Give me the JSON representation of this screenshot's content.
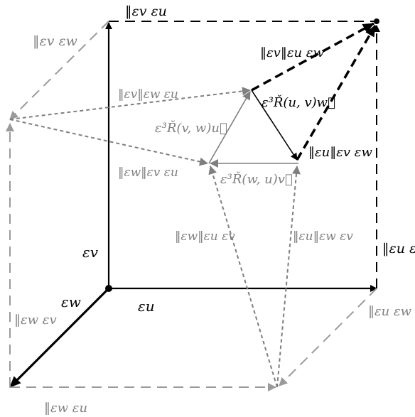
{
  "colors": {
    "black": "#000000",
    "gray": "#7f7f7f",
    "light_gray": "#9a9a9a",
    "background": "#ffffff"
  },
  "labels": {
    "top_edge": "‖εv εu",
    "top_left_edge": "‖εv εw",
    "upper_right_diag": "‖εv‖εu εw",
    "mid_left_upper": "‖εv‖εw εu",
    "curvature_uv": "ε³Ř(u, v)w⃗",
    "curvature_vw": "ε³Ř(v, w)u⃗",
    "curvature_wu": "ε³Ř(w, u)v⃗",
    "mid_left_lower": "‖εw‖εv εu",
    "mid_right": "‖εu‖εv εw",
    "axis_v": "εv",
    "axis_w": "εw",
    "axis_u": "εu",
    "lower_mid_left": "‖εw‖εu εv",
    "lower_mid_right": "‖εu‖εw εv",
    "right_edge": "‖εu εv",
    "right_bottom": "‖εu εw",
    "left_edge": "‖εw εv",
    "bottom_edge": "‖εw εu"
  }
}
